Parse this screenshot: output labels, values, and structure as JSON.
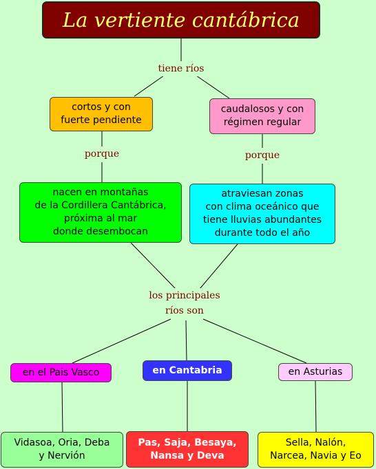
{
  "title": "La vertiente cantábrica",
  "links": {
    "tiene": "tiene ríos",
    "porque_left": "porque",
    "porque_right": "porque",
    "principales": "los principales\nríos son"
  },
  "nodes": {
    "cortos": "cortos y con\nfuerte pendiente",
    "caudalosos": "caudalosos y con\nrégimen regular",
    "nacen": "nacen en montañas\nde la Cordillera Cantábrica,\npróxima al mar\ndonde desembocan",
    "atraviesan": "atraviesan zonas\ncon clima oceánico que\ntiene lluvias abundantes\ndurante todo el año",
    "pais_vasco": "en el Pais Vasco",
    "cantabria": "en Cantabria",
    "asturias": "en Asturias",
    "vidasoa": "Vidasoa, Oria, Deba\ny Nervión",
    "pas": "Pas, Saja, Besaya,\nNansa y Deva",
    "sella": "Sella, Nalón,\nNarcea, Navia y Eo"
  },
  "colors": {
    "background": "#ccffcc",
    "title_bg": "#800000",
    "title_text": "#ffff66",
    "link_text": "#800000",
    "cortos": "#ffc000",
    "caudalosos": "#ff99cc",
    "nacen": "#00ff00",
    "atraviesan": "#00ffff",
    "pais_vasco": "#ff00ff",
    "cantabria": "#3333ff",
    "asturias": "#ffccff",
    "vidasoa": "#99ff99",
    "pas": "#ff3333",
    "sella": "#ffff00"
  }
}
